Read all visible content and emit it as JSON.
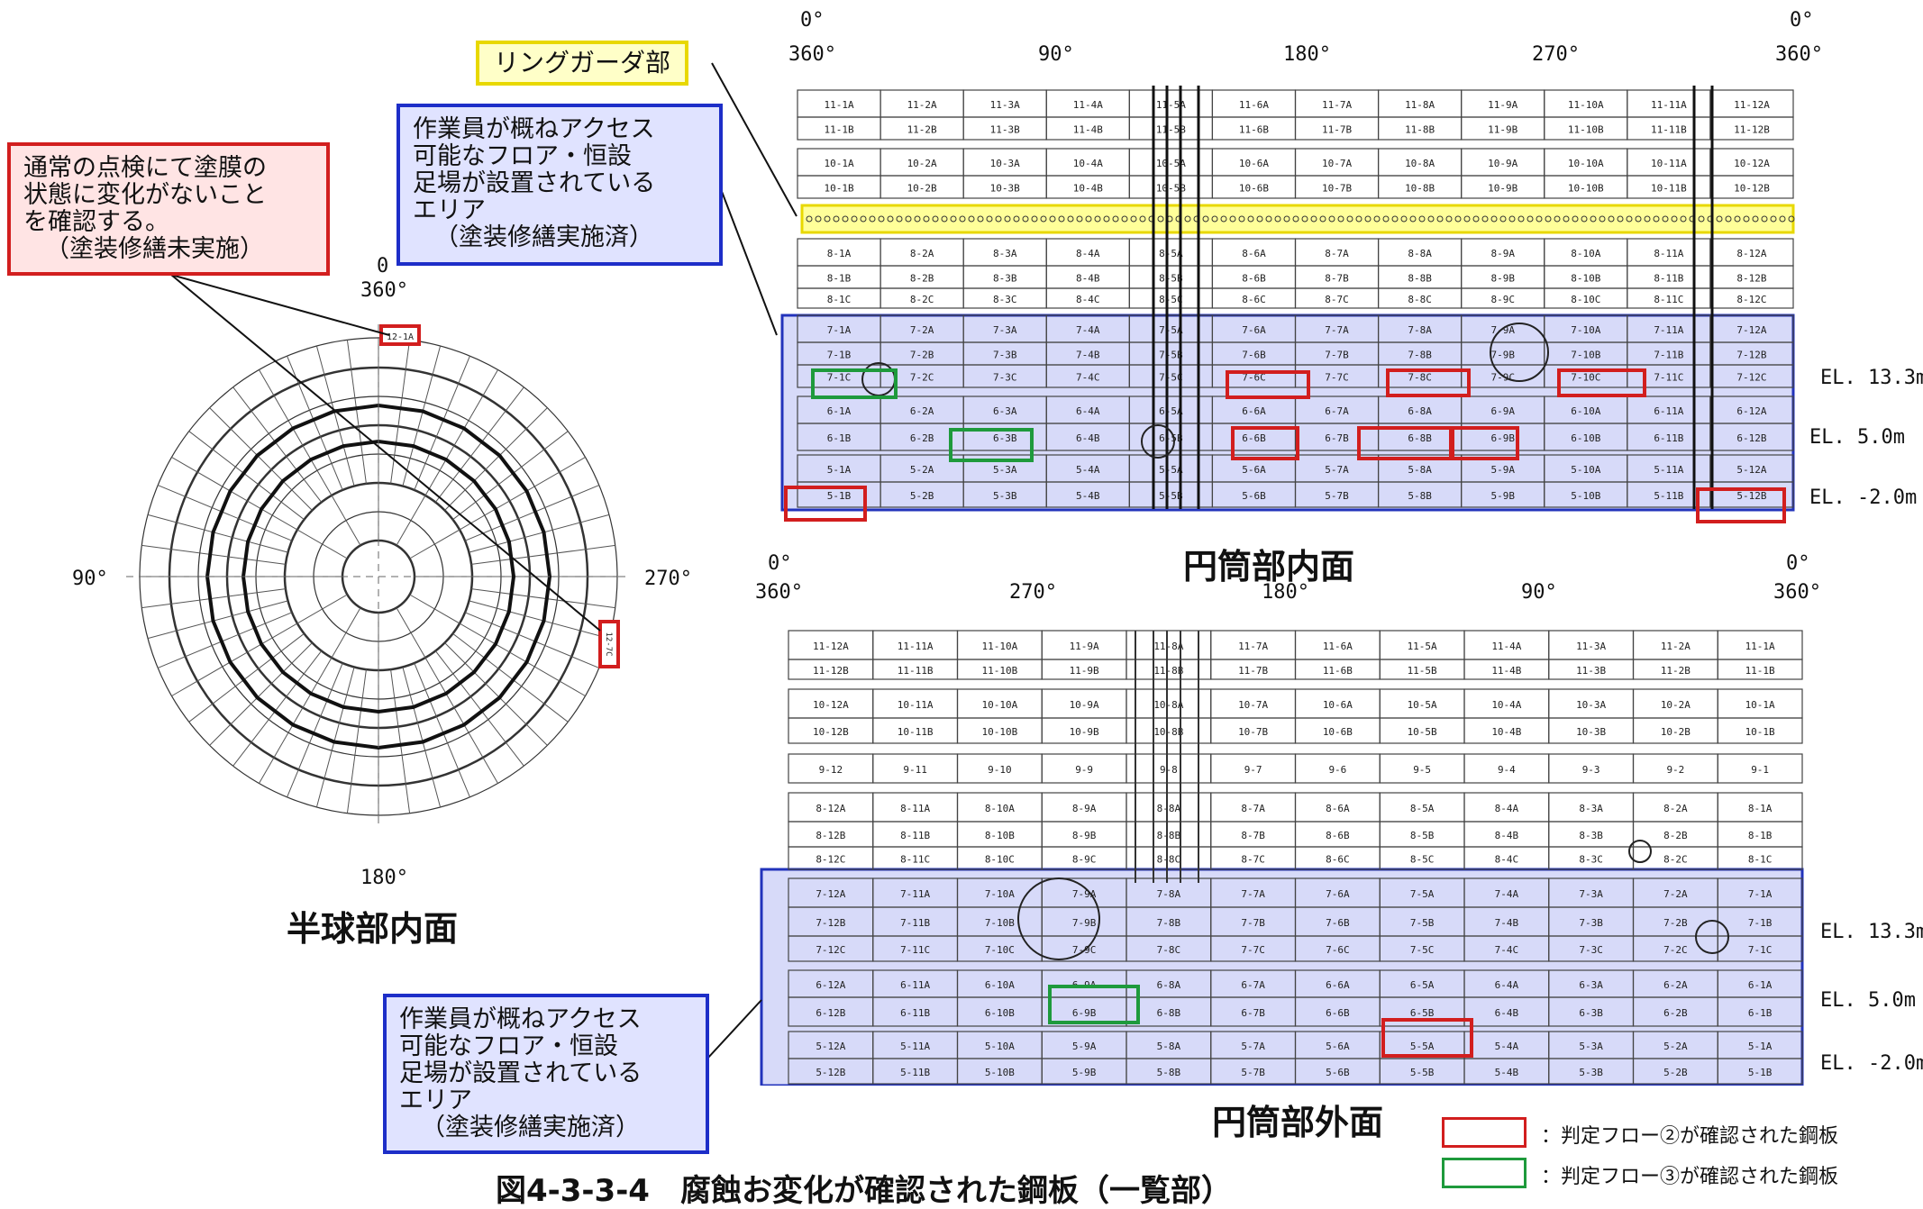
{
  "labels": {
    "ring_girder": "リングガーダ部",
    "red_callout": {
      "lines": [
        "通常の点検にて塗膜の",
        "状態に変化がないこと",
        "を確認する。"
      ],
      "sub": "（塗装修繕未実施）"
    },
    "blue_callout_top": {
      "lines": [
        "作業員が概ねアクセス",
        "可能なフロア・恒設",
        "足場が設置されている",
        "エリア"
      ],
      "sub": "（塗装修繕実施済）"
    },
    "blue_callout_bottom": {
      "lines": [
        "作業員が概ねアクセス",
        "可能なフロア・恒設",
        "足場が設置されている",
        "エリア"
      ],
      "sub": "（塗装修繕実施済）"
    }
  },
  "captions": {
    "hemisphere": "半球部内面",
    "cylinder_inner": "円筒部内面",
    "cylinder_outer": "円筒部外面"
  },
  "hemisphere_degrees": {
    "top_0": "0",
    "top_360": "360°",
    "left": "90°",
    "right": "270°",
    "bottom": "180°",
    "top_plate": "12-1A",
    "right_plate": "12-7C"
  },
  "inner_degrees": {
    "zero_left": "0°",
    "d360_left": "360°",
    "d90": "90°",
    "d180": "180°",
    "d270": "270°",
    "zero_right": "0°",
    "d360_right": "360°"
  },
  "outer_degrees": {
    "zero_left": "0°",
    "d360_left": "360°",
    "d270": "270°",
    "d180": "180°",
    "d90": "90°",
    "zero_right": "0°",
    "d360_right": "360°"
  },
  "elevations": {
    "inner": [
      "EL. 13.3m",
      "EL.  5.0m",
      "EL. -2.0m"
    ],
    "outer": [
      "EL. 13.3m",
      "EL.  5.0m",
      "EL. -2.0m"
    ]
  },
  "inner_plates": {
    "row11A": [
      "11-1A",
      "11-2A",
      "11-3A",
      "11-4A",
      "11-5A",
      "11-6A",
      "11-7A",
      "11-8A",
      "11-9A",
      "11-10A",
      "11-11A",
      "11-12A"
    ],
    "row11B": [
      "11-1B",
      "11-2B",
      "11-3B",
      "11-4B",
      "11-5B",
      "11-6B",
      "11-7B",
      "11-8B",
      "11-9B",
      "11-10B",
      "11-11B",
      "11-12B"
    ],
    "row10A": [
      "10-1A",
      "10-2A",
      "10-3A",
      "10-4A",
      "10-5A",
      "10-6A",
      "10-7A",
      "10-8A",
      "10-9A",
      "10-10A",
      "10-11A",
      "10-12A"
    ],
    "row10B": [
      "10-1B",
      "10-2B",
      "10-3B",
      "10-4B",
      "10-5B",
      "10-6B",
      "10-7B",
      "10-8B",
      "10-9B",
      "10-10B",
      "10-11B",
      "10-12B"
    ],
    "row8A": [
      "8-1A",
      "8-2A",
      "8-3A",
      "8-4A",
      "8-5A",
      "8-6A",
      "8-7A",
      "8-8A",
      "8-9A",
      "8-10A",
      "8-11A",
      "8-12A"
    ],
    "row8B": [
      "8-1B",
      "8-2B",
      "8-3B",
      "8-4B",
      "8-5B",
      "8-6B",
      "8-7B",
      "8-8B",
      "8-9B",
      "8-10B",
      "8-11B",
      "8-12B"
    ],
    "row8C": [
      "8-1C",
      "8-2C",
      "8-3C",
      "8-4C",
      "8-5C",
      "8-6C",
      "8-7C",
      "8-8C",
      "8-9C",
      "8-10C",
      "8-11C",
      "8-12C"
    ],
    "row7A": [
      "7-1A",
      "7-2A",
      "7-3A",
      "7-4A",
      "7-5A",
      "7-6A",
      "7-7A",
      "7-8A",
      "7-9A",
      "7-10A",
      "7-11A",
      "7-12A"
    ],
    "row7B": [
      "7-1B",
      "7-2B",
      "7-3B",
      "7-4B",
      "7-5B",
      "7-6B",
      "7-7B",
      "7-8B",
      "7-9B",
      "7-10B",
      "7-11B",
      "7-12B"
    ],
    "row7C": [
      "7-1C",
      "7-2C",
      "7-3C",
      "7-4C",
      "7-5C",
      "7-6C",
      "7-7C",
      "7-8C",
      "7-9C",
      "7-10C",
      "7-11C",
      "7-12C"
    ],
    "row6A": [
      "6-1A",
      "6-2A",
      "6-3A",
      "6-4A",
      "6-5A",
      "6-6A",
      "6-7A",
      "6-8A",
      "6-9A",
      "6-10A",
      "6-11A",
      "6-12A"
    ],
    "row6B": [
      "6-1B",
      "6-2B",
      "6-3B",
      "6-4B",
      "6-5B",
      "6-6B",
      "6-7B",
      "6-8B",
      "6-9B",
      "6-10B",
      "6-11B",
      "6-12B"
    ],
    "row5A": [
      "5-1A",
      "5-2A",
      "5-3A",
      "5-4A",
      "5-5A",
      "5-6A",
      "5-7A",
      "5-8A",
      "5-9A",
      "5-10A",
      "5-11A",
      "5-12A"
    ],
    "row5B": [
      "5-1B",
      "5-2B",
      "5-3B",
      "5-4B",
      "5-5B",
      "5-6B",
      "5-7B",
      "5-8B",
      "5-9B",
      "5-10B",
      "5-11B",
      "5-12B"
    ]
  },
  "outer_plates": {
    "row11A": [
      "11-12A",
      "11-11A",
      "11-10A",
      "11-9A",
      "11-8A",
      "11-7A",
      "11-6A",
      "11-5A",
      "11-4A",
      "11-3A",
      "11-2A",
      "11-1A"
    ],
    "row11B": [
      "11-12B",
      "11-11B",
      "11-10B",
      "11-9B",
      "11-8B",
      "11-7B",
      "11-6B",
      "11-5B",
      "11-4B",
      "11-3B",
      "11-2B",
      "11-1B"
    ],
    "row10A": [
      "10-12A",
      "10-11A",
      "10-10A",
      "10-9A",
      "10-8A",
      "10-7A",
      "10-6A",
      "10-5A",
      "10-4A",
      "10-3A",
      "10-2A",
      "10-1A"
    ],
    "row10B": [
      "10-12B",
      "10-11B",
      "10-10B",
      "10-9B",
      "10-8B",
      "10-7B",
      "10-6B",
      "10-5B",
      "10-4B",
      "10-3B",
      "10-2B",
      "10-1B"
    ],
    "row9": [
      "9-12",
      "9-11",
      "9-10",
      "9-9",
      "9-8",
      "9-7",
      "9-6",
      "9-5",
      "9-4",
      "9-3",
      "9-2",
      "9-1"
    ],
    "row8A": [
      "8-12A",
      "8-11A",
      "8-10A",
      "8-9A",
      "8-8A",
      "8-7A",
      "8-6A",
      "8-5A",
      "8-4A",
      "8-3A",
      "8-2A",
      "8-1A"
    ],
    "row8B": [
      "8-12B",
      "8-11B",
      "8-10B",
      "8-9B",
      "8-8B",
      "8-7B",
      "8-6B",
      "8-5B",
      "8-4B",
      "8-3B",
      "8-2B",
      "8-1B"
    ],
    "row8C": [
      "8-12C",
      "8-11C",
      "8-10C",
      "8-9C",
      "8-8C",
      "8-7C",
      "8-6C",
      "8-5C",
      "8-4C",
      "8-3C",
      "8-2C",
      "8-1C"
    ],
    "row7A": [
      "7-12A",
      "7-11A",
      "7-10A",
      "7-9A",
      "7-8A",
      "7-7A",
      "7-6A",
      "7-5A",
      "7-4A",
      "7-3A",
      "7-2A",
      "7-1A"
    ],
    "row7B": [
      "7-12B",
      "7-11B",
      "7-10B",
      "7-9B",
      "7-8B",
      "7-7B",
      "7-6B",
      "7-5B",
      "7-4B",
      "7-3B",
      "7-2B",
      "7-1B"
    ],
    "row7C": [
      "7-12C",
      "7-11C",
      "7-10C",
      "7-9C",
      "7-8C",
      "7-7C",
      "7-6C",
      "7-5C",
      "7-4C",
      "7-3C",
      "7-2C",
      "7-1C"
    ],
    "row6A": [
      "6-12A",
      "6-11A",
      "6-10A",
      "6-9A",
      "6-8A",
      "6-7A",
      "6-6A",
      "6-5A",
      "6-4A",
      "6-3A",
      "6-2A",
      "6-1A"
    ],
    "row6B": [
      "6-12B",
      "6-11B",
      "6-10B",
      "6-9B",
      "6-8B",
      "6-7B",
      "6-6B",
      "6-5B",
      "6-4B",
      "6-3B",
      "6-2B",
      "6-1B"
    ],
    "row5A": [
      "5-12A",
      "5-11A",
      "5-10A",
      "5-9A",
      "5-8A",
      "5-7A",
      "5-6A",
      "5-5A",
      "5-4A",
      "5-3A",
      "5-2A",
      "5-1A"
    ],
    "row5B": [
      "5-12B",
      "5-11B",
      "5-10B",
      "5-9B",
      "5-8B",
      "5-7B",
      "5-6B",
      "5-5B",
      "5-4B",
      "5-3B",
      "5-2B",
      "5-1B"
    ]
  },
  "highlighted_plates": {
    "inner_red": [
      "7-6C",
      "7-8C",
      "7-10C",
      "6-6B",
      "6-8B",
      "6-9B",
      "5-1B",
      "5-12B"
    ],
    "inner_green": [
      "7-1C",
      "6-3B"
    ],
    "outer_red": [
      "5-5A"
    ],
    "outer_green": [
      "6-9B"
    ],
    "hemisphere_red": [
      "12-1A",
      "12-7C"
    ]
  },
  "legend": [
    {
      "color": "#d21e1e",
      "text": "：判定フロー②が確認された鋼板"
    },
    {
      "color": "#1e9a3c",
      "text": "：判定フロー③が確認された鋼板"
    }
  ],
  "bottom_caption": "図4-3-3-4　腐蝕お変化が確認された鋼板（一覧部）"
}
